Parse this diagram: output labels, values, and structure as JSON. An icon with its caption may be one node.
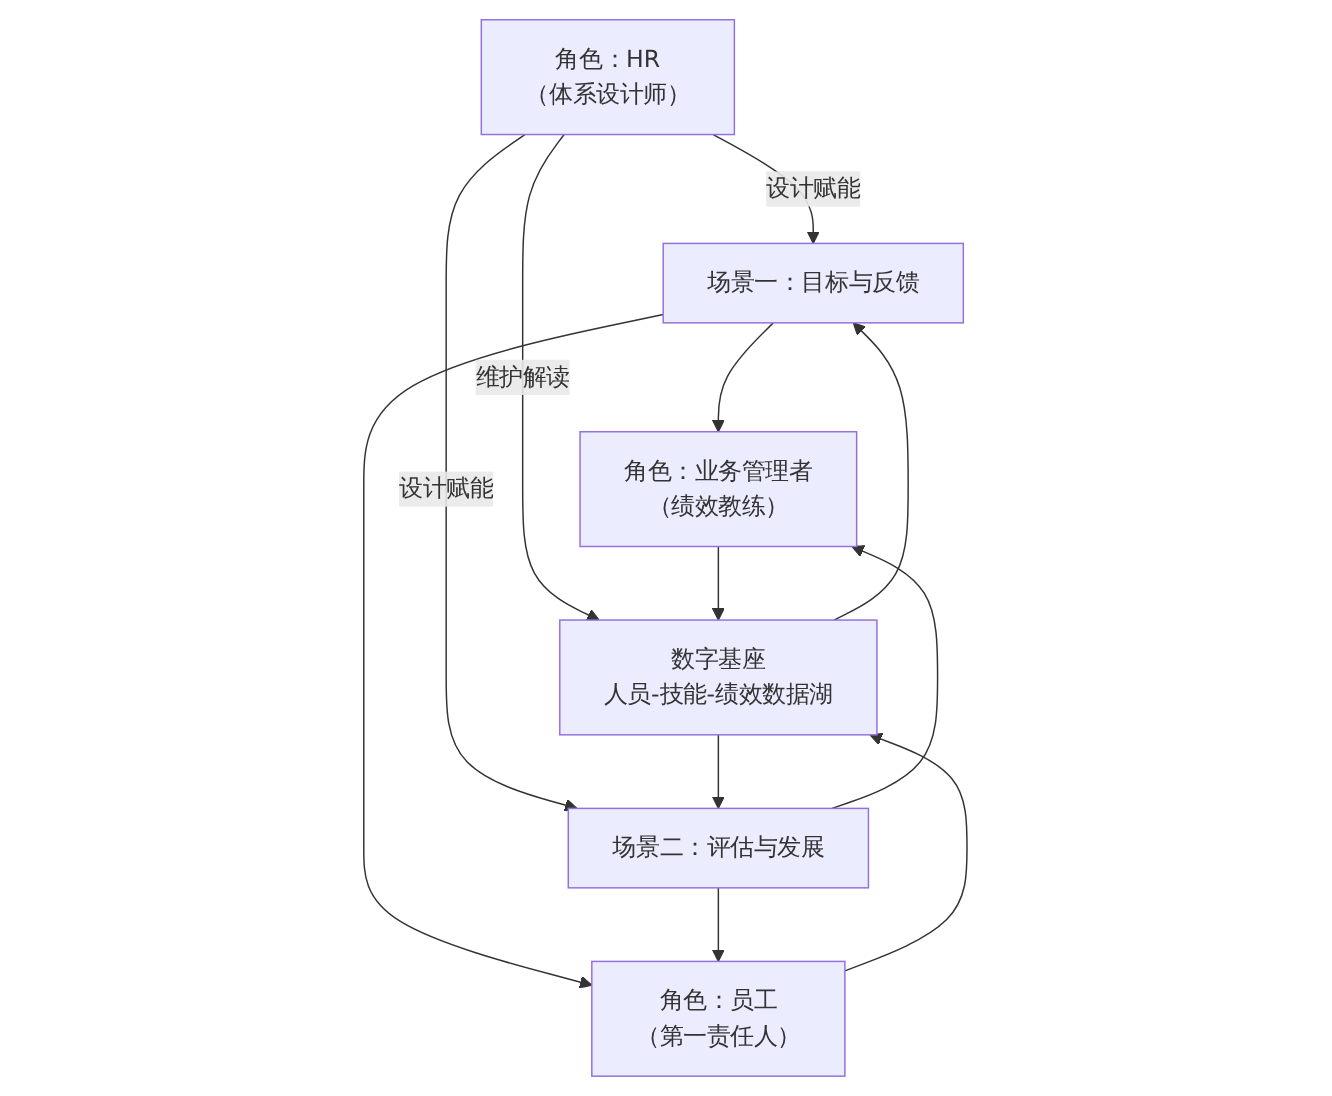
{
  "diagram": {
    "nodes": [
      {
        "text": [
          "角色：HR",
          "（体系设计师）"
        ]
      },
      {
        "text": [
          "数字基座",
          "人员-技能-绩效数据湖"
        ]
      },
      {
        "text": [
          "场景一：目标与反馈"
        ]
      },
      {
        "text": [
          "场景二：评估与发展"
        ]
      },
      {
        "text": [
          "角色：业务管理者",
          "（绩效教练）"
        ]
      },
      {
        "text": [
          "角色：员工",
          "（第一责任人）"
        ]
      }
    ],
    "edges": [
      {
        "from": 0,
        "to": 2,
        "arrow": "to",
        "label": "设计赋能"
      },
      {
        "from": 0,
        "to": 3,
        "arrow": "to",
        "label": "设计赋能"
      },
      {
        "from": 0,
        "to": 1,
        "arrow": "to",
        "label": "维护解读"
      },
      {
        "from": 1,
        "to": 2,
        "arrow": "to"
      },
      {
        "from": 1,
        "to": 3,
        "arrow": "to"
      },
      {
        "from": 2,
        "to": 4,
        "arrow": "to"
      },
      {
        "from": 2,
        "to": 5,
        "arrow": "to"
      },
      {
        "from": 3,
        "to": 4,
        "arrow": "to"
      },
      {
        "from": 3,
        "to": 5,
        "arrow": "to"
      },
      {
        "from": 4,
        "to": 1,
        "arrow": "to"
      },
      {
        "from": 5,
        "to": 1,
        "arrow": "to"
      }
    ]
  }
}
